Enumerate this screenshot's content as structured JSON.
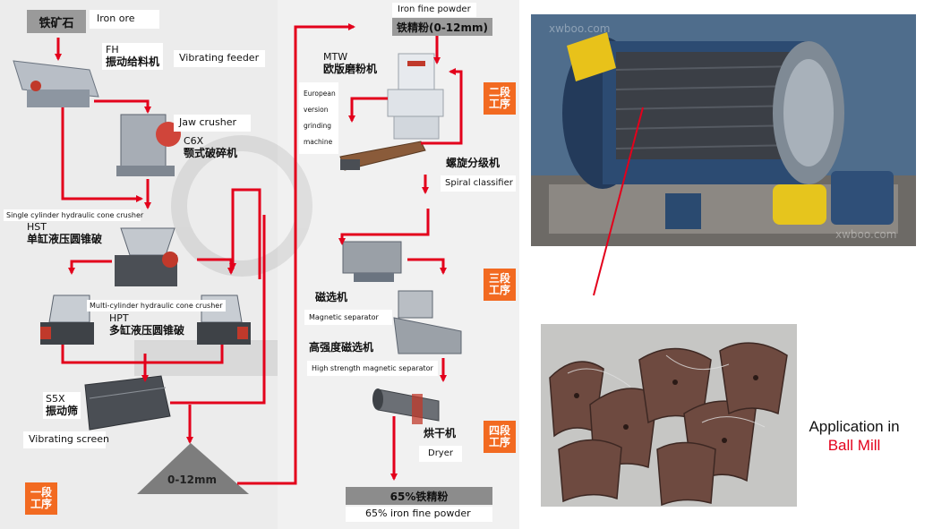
{
  "flow": {
    "iron_ore_cn": "铁矿石",
    "iron_ore_en": "Iron ore",
    "feeder_code": "FH",
    "feeder_cn": "振动给料机",
    "feeder_en": "Vibrating feeder",
    "jaw_en": "Jaw crusher",
    "jaw_code": "C6X",
    "jaw_cn": "颚式破碎机",
    "hst_en": "Single cylinder hydraulic cone crusher",
    "hst_code": "HST",
    "hst_cn": "单缸液压圆锥破",
    "hpt_en": "Multi-cylinder hydraulic cone crusher",
    "hpt_code": "HPT",
    "hpt_cn": "多缸液压圆锥破",
    "screen_code": "S5X",
    "screen_cn": "振动筛",
    "screen_en": "Vibrating screen",
    "pile_label": "0-12mm",
    "stage1_a": "一段",
    "stage1_b": "工序",
    "powder_en": "Iron fine powder",
    "powder_cn": "铁精粉(0-12mm)",
    "mtw_code": "MTW",
    "mtw_cn": "欧版磨粉机",
    "mtw_en_1": "European",
    "mtw_en_2": "version",
    "mtw_en_3": "grinding",
    "mtw_en_4": "machine",
    "stage2_a": "二段",
    "stage2_b": "工序",
    "spiral_cn": "螺旋分级机",
    "spiral_en": "Spiral classifier",
    "stage3_a": "三段",
    "stage3_b": "工序",
    "mag_cn": "磁选机",
    "mag_en": "Magnetic separator",
    "himag_cn": "高强度磁选机",
    "himag_en": "High strength magnetic separator",
    "stage4_a": "四段",
    "stage4_b": "工序",
    "dryer_cn": "烘干机",
    "dryer_en": "Dryer",
    "final_cn": "65%铁精粉",
    "final_en": "65% iron fine powder"
  },
  "photos": {
    "ballmill_watermark": "xwboo.com"
  },
  "application": {
    "line1": "Application in",
    "line2": "Ball Mill"
  },
  "colors": {
    "arrow": "#e3001b",
    "stage": "#f26a21",
    "caption_red": "#e3001b"
  }
}
